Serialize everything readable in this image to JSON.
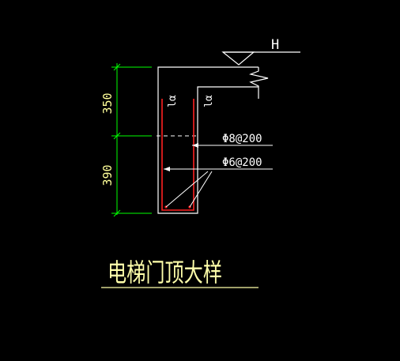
{
  "drawing": {
    "title": "电梯门顶大样",
    "elevation_label": "H",
    "dimensions": {
      "upper": "350",
      "lower": "390"
    },
    "rebar_labels": {
      "upper": "Φ8@200",
      "lower": "Φ6@200"
    },
    "anchorage_labels": {
      "left": "lα",
      "right": "lα"
    },
    "colors": {
      "background": "#000000",
      "outline": "#ffffff",
      "dimension": "#00ff00",
      "dimension_text": "#ffff99",
      "title": "#ffffaa",
      "rebar": "#ff2020",
      "label_text": "#ffffff"
    }
  }
}
